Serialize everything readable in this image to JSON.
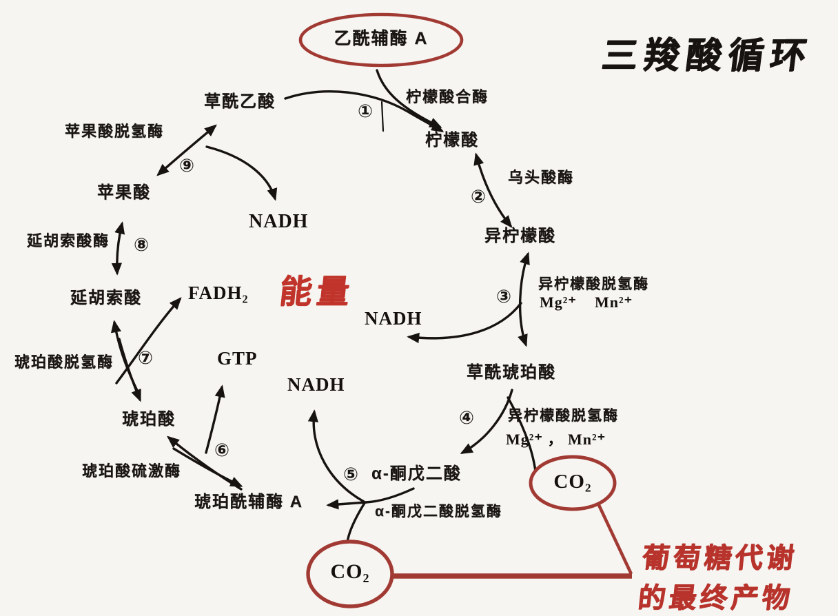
{
  "title": "三羧酸循环",
  "colors": {
    "accent_red": "#a23a34",
    "brush_red": "#c0342b",
    "ink": "#181512",
    "background": "#f6f5f1"
  },
  "highlights": {
    "energy": "能量",
    "note_line1": "葡萄糖代谢",
    "note_line2": "的最终产物"
  },
  "metabolites": {
    "acetyl_coa": "乙酰辅酶 A",
    "oxaloacetate": "草酰乙酸",
    "citrate": "柠檬酸",
    "isocitrate": "异柠檬酸",
    "oxalosuccinate": "草酰琥珀酸",
    "alpha_ketoglutarate": "α-酮戊二酸",
    "succinyl_coa": "琥珀酰辅酶 A",
    "succinate": "琥珀酸",
    "fumarate": "延胡索酸",
    "malate": "苹果酸",
    "co2_right": "CO₂",
    "co2_bottom": "CO₂"
  },
  "enzymes": {
    "citrate_synthase": "柠檬酸合酶",
    "aconitase": "乌头酸酶",
    "isocitrate_dh_upper": "异柠檬酸脱氢酶",
    "isocitrate_dh_upper_cofactors": "Mg²⁺    Mn²⁺",
    "isocitrate_dh_lower": "异柠檬酸脱氢酶",
    "isocitrate_dh_lower_cofactors": "Mg²⁺ ， Mn²⁺",
    "alpha_kg_dh": "α-酮戊二酸脱氢酶",
    "succinate_thiokinase": "琥珀酸硫激酶",
    "succinate_dh": "琥珀酸脱氢酶",
    "fumarase": "延胡索酸酶",
    "malate_dh": "苹果酸脱氢酶"
  },
  "cofactors": {
    "nadh_top": "NADH",
    "nadh_right": "NADH",
    "nadh_center": "NADH",
    "fadh2": "FADH₂",
    "gtp": "GTP"
  },
  "steps": {
    "s1": "①",
    "s2": "②",
    "s3": "③",
    "s4": "④",
    "s5": "⑤",
    "s6": "⑥",
    "s7": "⑦",
    "s8": "⑧",
    "s9": "⑨"
  }
}
